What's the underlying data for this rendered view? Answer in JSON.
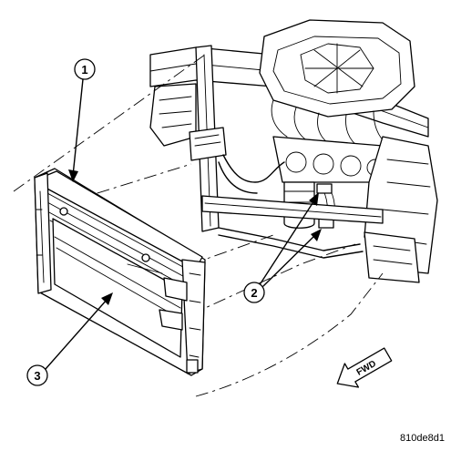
{
  "callouts": [
    {
      "id": "1",
      "label": "1"
    },
    {
      "id": "2",
      "label": "2"
    },
    {
      "id": "3",
      "label": "3"
    }
  ],
  "direction_arrow": {
    "label": "FWD"
  },
  "figure_id": "810de8d1"
}
